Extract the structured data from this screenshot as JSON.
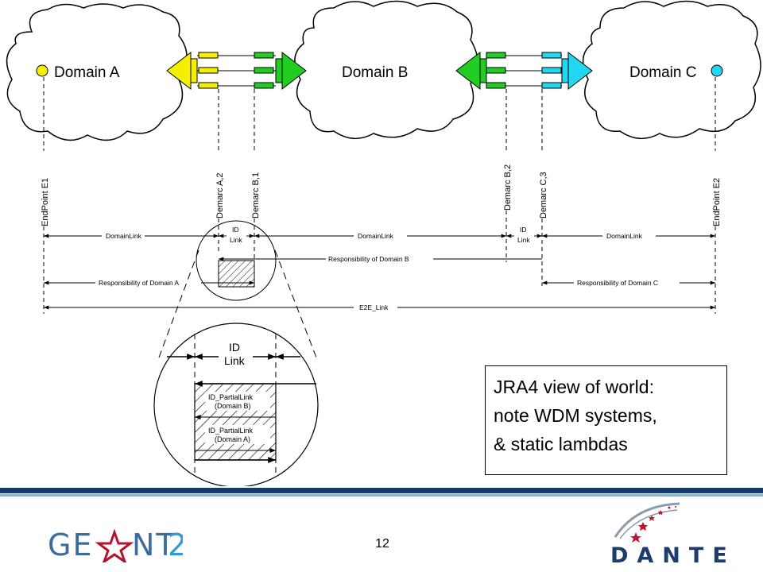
{
  "diagram": {
    "domains": [
      "Domain A",
      "Domain B",
      "Domain C"
    ],
    "vertical_labels": {
      "endpoint_e1": "EndPoint E1",
      "demarc_a2": "Demarc A,2",
      "demarc_b1": "Demarc B,1",
      "demarc_b2": "Demarc B,2",
      "demarc_c3": "Demarc C,3",
      "endpoint_e2": "EndPoint E2"
    },
    "dimension_labels": {
      "domainlink_1": "DomainLink",
      "id_1": "ID",
      "link_1": "Link",
      "domainlink_2": "DomainLink",
      "id_2": "ID",
      "link_2": "Link",
      "domainlink_3": "DomainLink",
      "resp_b": "Responsibility of Domain B",
      "resp_a": "Responsibility of Domain A",
      "resp_c": "Responsibility of Domain C",
      "e2e": "E2E_Link"
    },
    "zoom": {
      "id": "ID",
      "link": "Link",
      "partial_b_1": "ID_PartialLink",
      "partial_b_2": "(Domain B)",
      "partial_a_1": "ID_PartialLink",
      "partial_a_2": "(Domain A)"
    },
    "colors": {
      "domain_a": "#f5f000",
      "domain_b": "#22cc22",
      "domain_c": "#22d8f0"
    }
  },
  "note": {
    "line1": "JRA4 view of world:",
    "line2": "note WDM systems,",
    "line3": "& static lambdas"
  },
  "footer": {
    "page_number": "12",
    "geant_logo_text": "GEANT2",
    "dante_logo_text": "DANTE"
  }
}
